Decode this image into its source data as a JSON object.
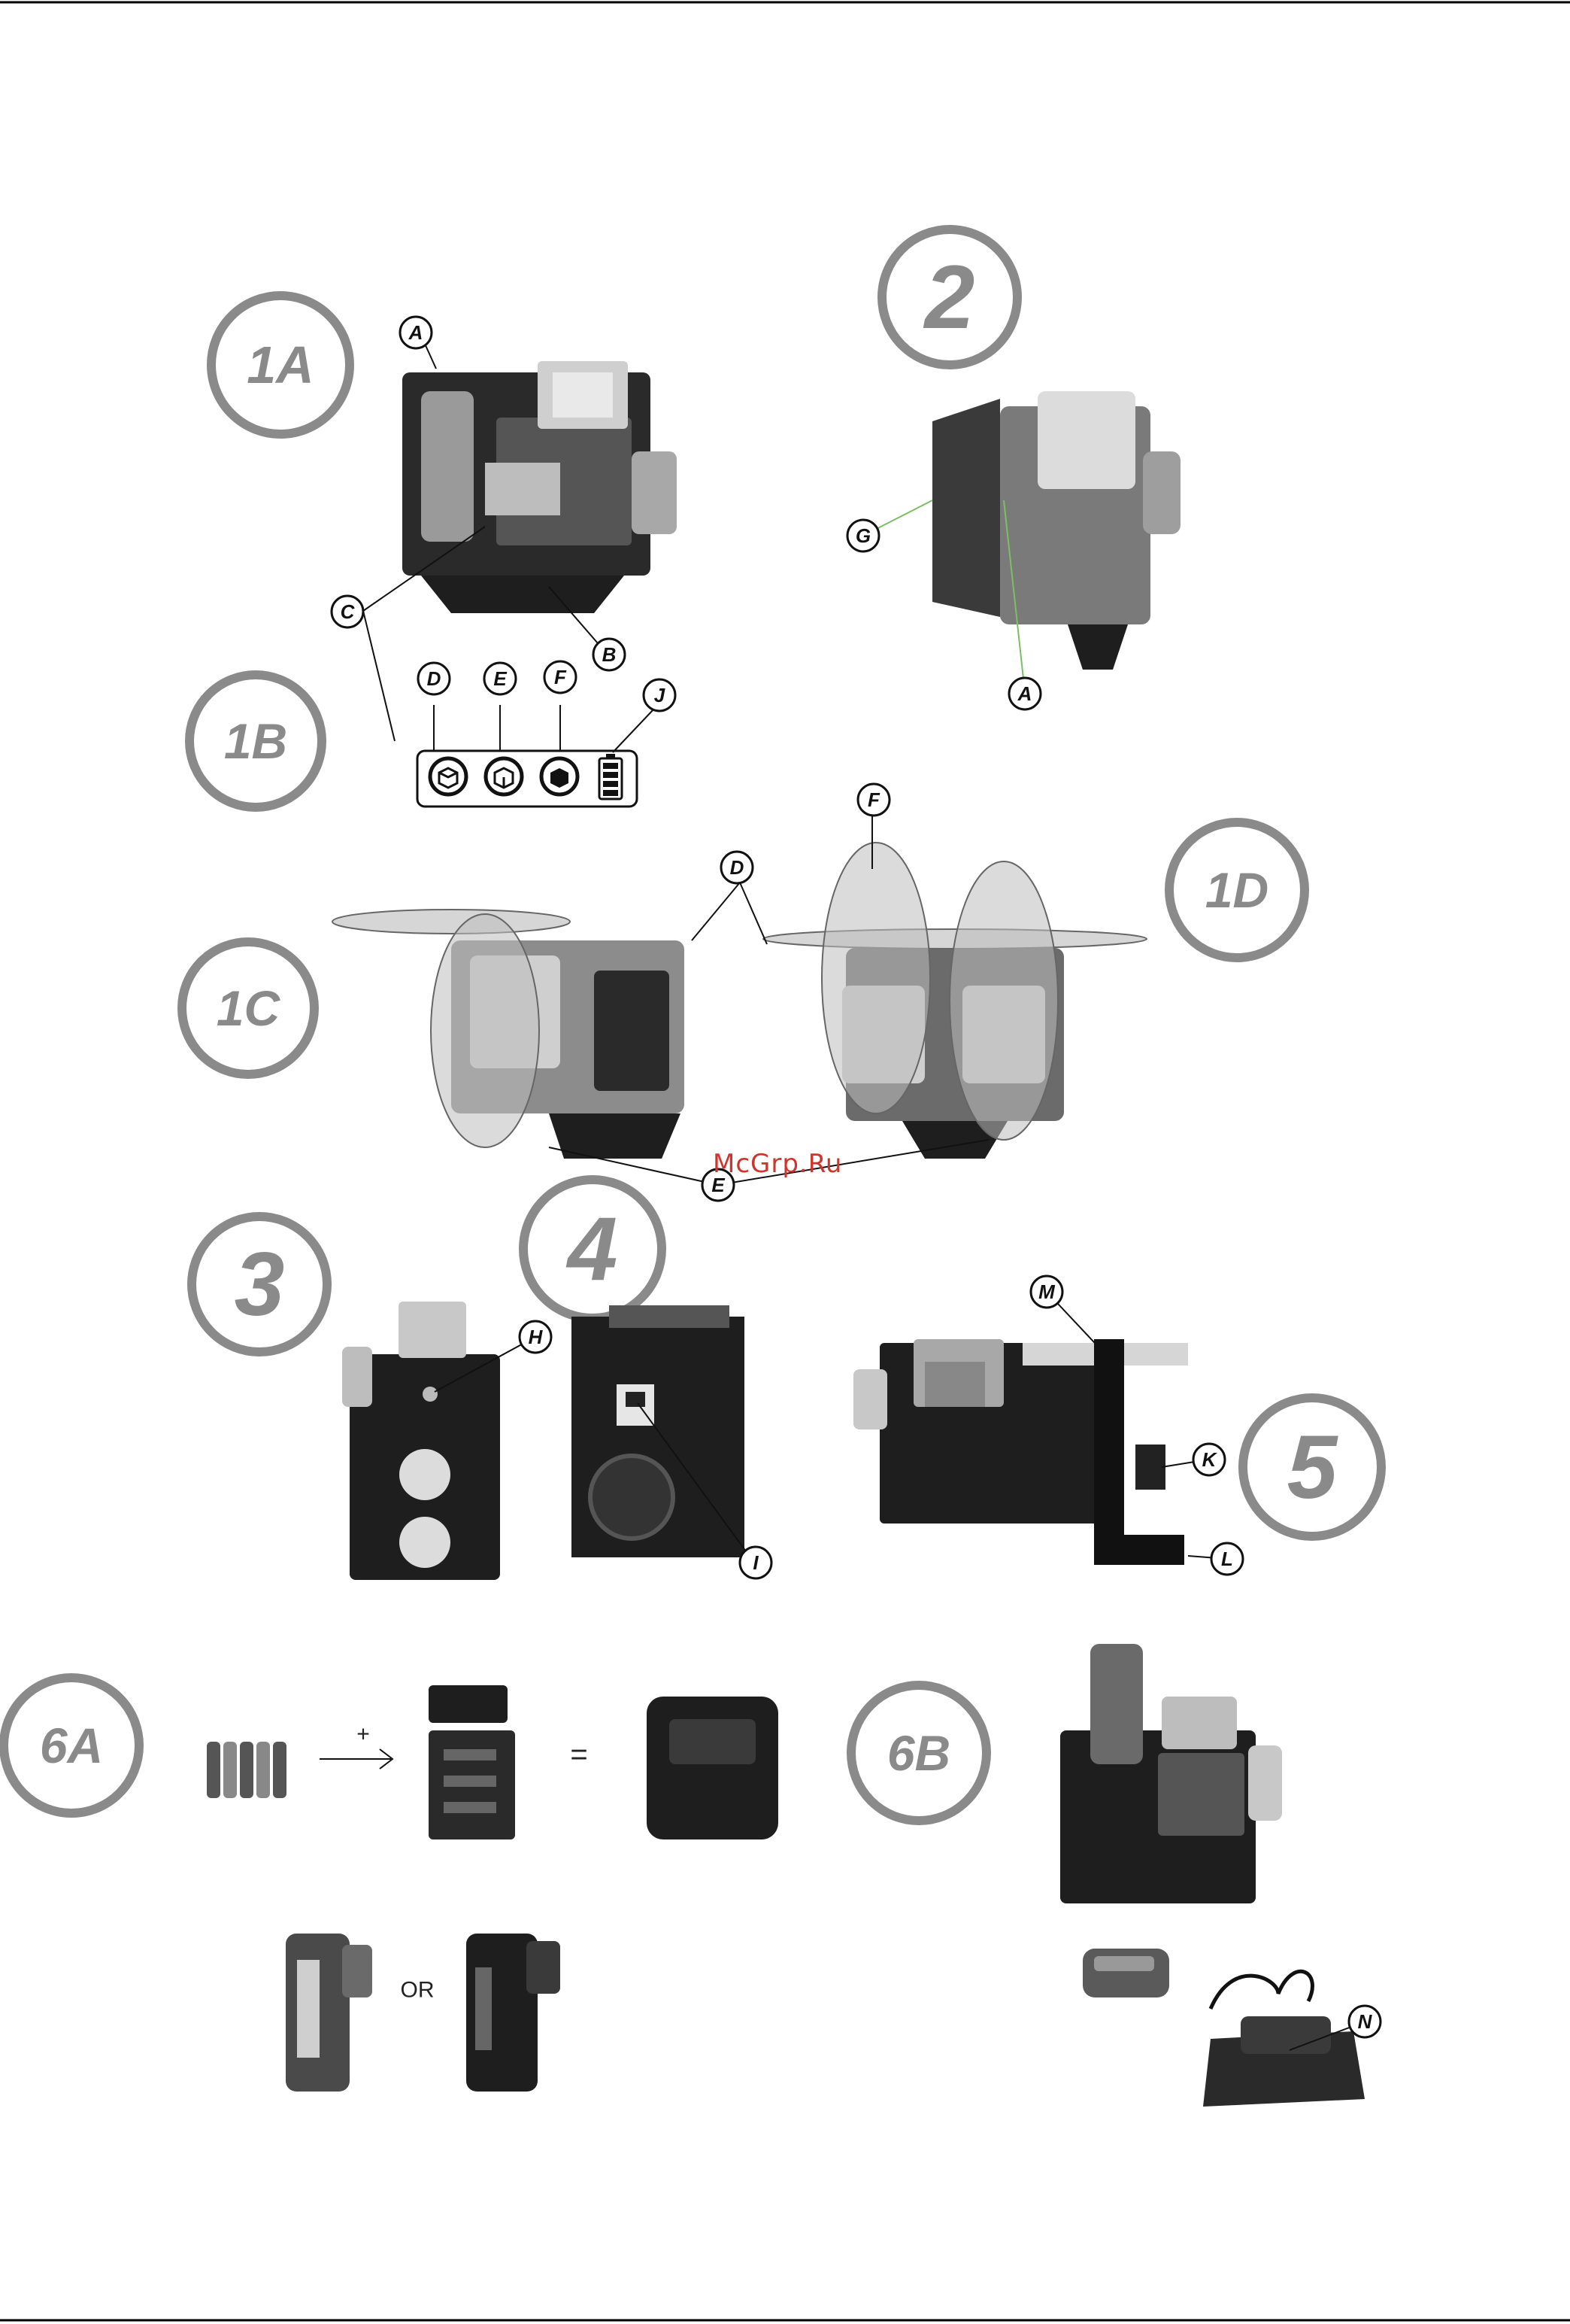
{
  "figures": {
    "f1a": "1A",
    "f1b": "1B",
    "f1c": "1C",
    "f1d": "1D",
    "f2": "2",
    "f3": "3",
    "f4": "4",
    "f5": "5",
    "f6a": "6A",
    "f6b": "6B"
  },
  "callouts": {
    "a1": "A",
    "a2": "A",
    "b": "B",
    "c": "C",
    "d1": "D",
    "e1": "E",
    "f1": "F",
    "j": "J",
    "d2": "D",
    "f2": "F",
    "e2": "E",
    "g": "G",
    "h": "H",
    "i": "I",
    "k": "K",
    "l": "L",
    "m": "M",
    "n": "N"
  },
  "labels": {
    "plus": "+",
    "equals": "=",
    "or": "OR"
  },
  "watermark": "McGrp.Ru",
  "icons": [
    "laser-horizontal-icon",
    "laser-vertical-icon",
    "laser-vertical-2-icon",
    "battery-level-icon"
  ],
  "colors": {
    "figure_circle": "#8a8a8a",
    "watermark": "#d0342c",
    "rule": "#000000"
  }
}
